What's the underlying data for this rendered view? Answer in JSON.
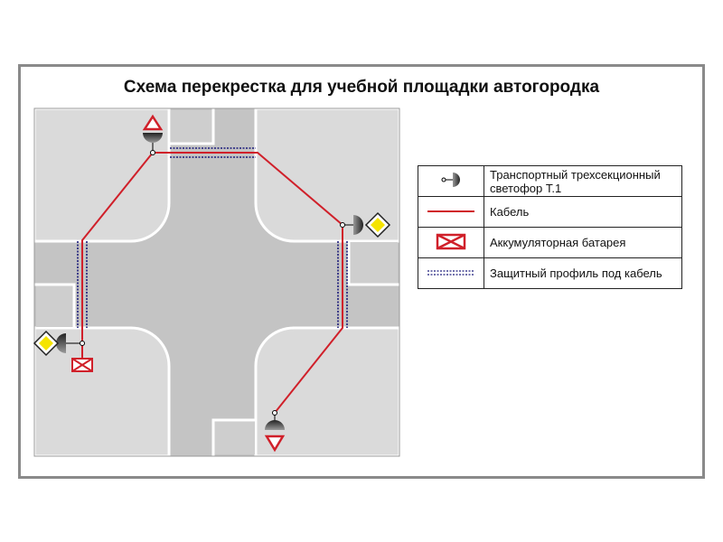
{
  "title": "Схема перекрестка для учебной площадки автогородка",
  "legend": [
    {
      "symbol": "traffic-light-icon",
      "label": "Транспортный трехсекционный светофор Т.1"
    },
    {
      "symbol": "cable-line",
      "label": "Кабель"
    },
    {
      "symbol": "battery-icon",
      "label": "Аккумуляторная батарея"
    },
    {
      "symbol": "conduit-line",
      "label": "Защитный профиль под кабель"
    }
  ],
  "colors": {
    "cable": "#d0202a",
    "conduit": "#1a1a7a",
    "road": "#c4c4c4",
    "sidewalk": "#dadada",
    "sign": "#f5e400"
  }
}
